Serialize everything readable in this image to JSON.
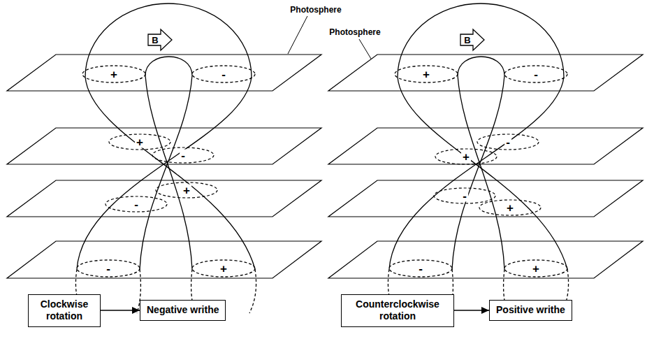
{
  "diagram": {
    "nodes": [
      {
        "text": [
          "Clockwise rotation"
        ]
      },
      {
        "text": [
          "Negative writhe"
        ]
      },
      {
        "text": [
          "Counterclockwise rotation"
        ]
      },
      {
        "text": [
          "Positive writhe"
        ]
      }
    ],
    "edges": [
      {
        "from": 0,
        "to": 1,
        "arrow": "to"
      },
      {
        "from": 2,
        "to": 3,
        "arrow": "to"
      }
    ],
    "labels": [
      "Photosphere",
      "Photosphere",
      "B",
      "B",
      "+",
      "-",
      "+",
      "-",
      "+",
      "-",
      "-",
      "+",
      "+",
      "-",
      "-",
      "+",
      "-",
      "+",
      "-",
      "+"
    ]
  }
}
